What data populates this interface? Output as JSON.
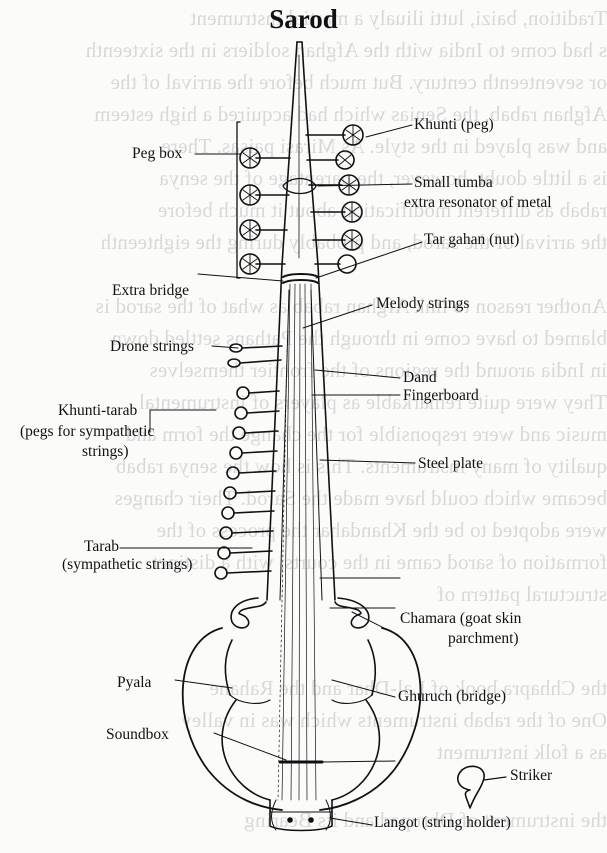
{
  "title": "Sarod",
  "labels": {
    "khunti": "Khunti (peg)",
    "peg_box": "Peg box",
    "small_tumba": "Small tumba",
    "extra_resonator": "extra resonator of metal",
    "tar_gahan": "Tar gahan (nut)",
    "extra_bridge": "Extra bridge",
    "melody_strings": "Melody strings",
    "drone_strings": "Drone strings",
    "dand": "Dand",
    "fingerboard": "Fingerboard",
    "khunti_tarab": "Khunti-tarab",
    "pegs_sympathetic_1": "(pegs for sympathetic",
    "pegs_sympathetic_2": "strings)",
    "steel_plate": "Steel plate",
    "tarab": "Tarab",
    "sympathetic_strings": "(sympathetic strings)",
    "chamara_1": "Chamara (goat skin",
    "chamara_2": "parchment)",
    "pyala": "Pyala",
    "ghuruch": "Ghuruch (bridge)",
    "soundbox": "Soundbox",
    "striker": "Striker",
    "langot": "Langot (string holder)"
  }
}
